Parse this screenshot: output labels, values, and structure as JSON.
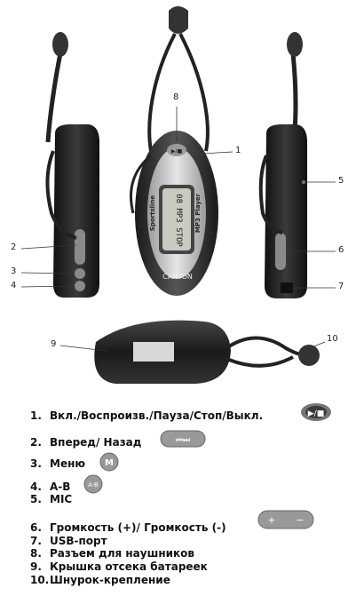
{
  "callouts": [
    "1",
    "2",
    "3",
    "4",
    "5",
    "6",
    "7",
    "8",
    "9",
    "10"
  ],
  "device": {
    "brand": "CANYON",
    "model": "Sportsline",
    "type_label": "MP3 Player",
    "display_text": "08 MP3 STOP"
  },
  "button_glyphs": {
    "play": "▶/■",
    "menu": "M",
    "ab": "A-B",
    "plus": "+",
    "minus": "−",
    "prev_next": "⏮⏭"
  },
  "legend": [
    {
      "num": "1.",
      "text": "Вкл./Воспроизв./Пауза/Стоп/Выкл.",
      "icon": "play-pause-button-icon"
    },
    {
      "num": "2.",
      "text": "Вперед/ Назад",
      "icon": "prev-next-button-icon"
    },
    {
      "num": "3.",
      "text": "Меню",
      "icon": "menu-button-icon"
    },
    {
      "num": "4.",
      "text": "A-B",
      "icon": "ab-button-icon"
    },
    {
      "num": "5.",
      "text": "MIC",
      "icon": ""
    },
    {
      "num": "6.",
      "text": "Громкость (+)/ Громкость (-)",
      "icon": "volume-button-icon"
    },
    {
      "num": "7.",
      "text": "USB-порт",
      "icon": ""
    },
    {
      "num": "8.",
      "text": "Разъем для наушников",
      "icon": ""
    },
    {
      "num": "9.",
      "text": "Крышка отсека батареек",
      "icon": ""
    },
    {
      "num": "10.",
      "text": "Шнурок-крепление",
      "icon": ""
    }
  ],
  "colors": {
    "body_dark": "#2a2a2a",
    "body_mid": "#6e6e6e",
    "panel_light": "#d8d8d8",
    "button_grey": "#8a8a8a"
  }
}
